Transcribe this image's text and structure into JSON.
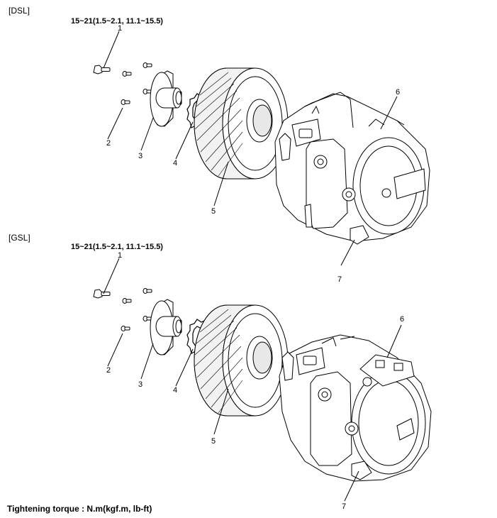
{
  "sections": [
    {
      "label": "[DSL]",
      "torque": "15~21(1.5~2.1, 11.1~15.5)",
      "callouts": [
        "1",
        "2",
        "3",
        "4",
        "5",
        "6",
        "7"
      ]
    },
    {
      "label": "[GSL]",
      "torque": "15~21(1.5~2.1, 11.1~15.5)",
      "callouts": [
        "1",
        "2",
        "3",
        "4",
        "5",
        "6",
        "7"
      ]
    }
  ],
  "footer": "Tightening torque : N.m(kgf.m, lb-ft)"
}
